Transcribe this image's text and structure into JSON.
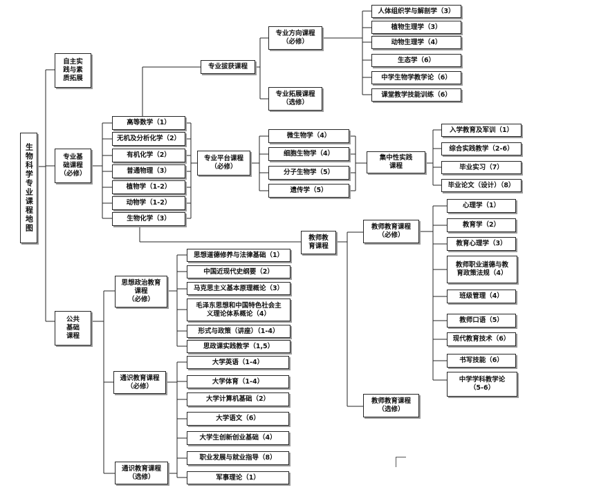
{
  "title": "生物科学专业课程地图",
  "nodes": {
    "root": "生物科学专业课程地图",
    "self": "自主实\n践与素\n质拓展",
    "base": "专业基\n础课程\n（必修）",
    "public": "公共\n基础\n课程",
    "gaosh": "高等数学（1）",
    "wuji": "无机及分析化学（2）",
    "youji": "有机化学（2）",
    "putong": "普通物理（3）",
    "zhiwu": "植物学（1-2）",
    "dongwu": "动物学（1-2）",
    "shenghua": "生物化学（3）",
    "ability": "专业拔获课程",
    "direction": "专业方向课程\n（必修）",
    "expand": "专业拓展课程\n（选修）",
    "renti": "人体组织学与解剖学（3）",
    "zhiwusl": "植物生理学（3）",
    "dongwusl": "动物生理学（4）",
    "shengtai": "生态学（6）",
    "zhongxue_jiaoxue": "中学生物学教学论（6）",
    "ketang": "课堂教学技能训练（6）",
    "platform": "专业平台课程\n（必修）",
    "weisheng": "微生物学（4）",
    "xibao": "细胞生物学（4）",
    "fenzi": "分子生物学（5）",
    "yichuan": "遗传学（5）",
    "jizhong": "集中性实践\n课程",
    "ruxue": "入学教育及军训（1）",
    "zonghe": "综合实践教学（2-6）",
    "biye_shixi": "毕业实习（7）",
    "biye_lunwen": "毕业论文（设计）（8）",
    "teacher": "教师教\n育课程",
    "teacher_req": "教师教育课程\n（必修）",
    "teacher_opt": "教师教育课程\n（选修）",
    "xinli": "心理学（1）",
    "jiaoyu": "教育学（2）",
    "jiaoyu_xinli": "教育心理学（3）",
    "zhiye_daode": "教师职业道德与教\n育政策法规（4）",
    "banji": "班级管理（4）",
    "kouyu": "教师口语（5）",
    "jishu": "现代教育技术（6）",
    "shuxie": "书写技能（6）",
    "xueke": "中学学科教学论\n（5-6）",
    "politics": "思想政治教育\n课程\n（必修）",
    "general_req": "通识教育课程\n（必修）",
    "general_opt": "通识教育课程\n（选修）",
    "sixiu": "思想道德修养与法律基础（1）",
    "jindai": "中国近现代史纲要（2）",
    "makesi": "马克思主义基本原理概论（3）",
    "maogai": "毛泽东思想和中国特色社会主\n义理论体系概论（4）",
    "xingshi": "形式与政策（讲座）（1-4）",
    "sizheng_shijian": "思政课实践教学（1,5）",
    "yingyu": "大学英语（1-4）",
    "tiyu": "大学体育（1-4）",
    "jisuanji": "大学计算机基础（2）",
    "yuwen": "大学语文（6）",
    "chuangxin": "大学生创新创业基础（4）",
    "zhiye_fazhan": "职业发展与就业指导（8）",
    "junshi": "军事理论（1）"
  }
}
